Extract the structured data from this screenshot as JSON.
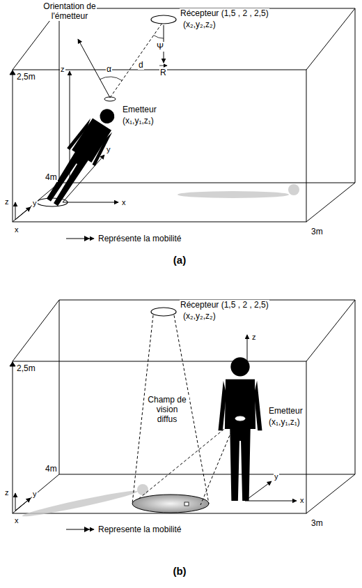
{
  "diagram": {
    "labels": [
      "Orientation de l'émetteur",
      "Récepteur (1,5 , 2 , 2,5)",
      "(x₂,y₂,z₂)",
      "α",
      "d",
      "Ψ",
      "R",
      "2,5m",
      "z",
      "Emetteur",
      "(x₁,y₁,z₁)",
      "4m",
      "y",
      "z",
      "y",
      "x",
      "x",
      "Représente la mobilité",
      "3m",
      "(a)",
      "Récepteur (1,5 , 2 , 2,5)",
      "(x₂,y₂,z₂)",
      "2,5m",
      "Champ de vision diffus",
      "z",
      "Emetteur",
      "(x₁,y₁,z₁)",
      "4m",
      "y",
      "x",
      "z",
      "y",
      "x",
      "Represente la mobilité",
      "3m",
      "(b)"
    ]
  }
}
